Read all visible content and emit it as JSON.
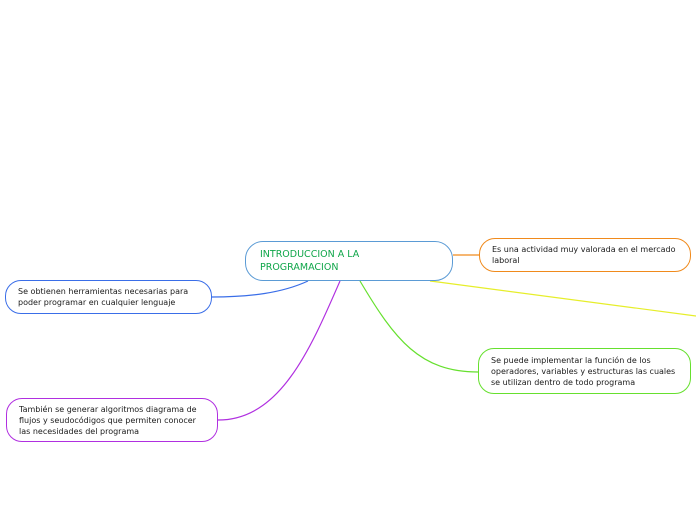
{
  "colors": {
    "central_border": "#5b9bd5",
    "central_text": "#10a64a",
    "orange": "#f08a1c",
    "blue": "#3a6ee8",
    "yellow": "#e6ee2a",
    "green": "#66e02e",
    "purple": "#b02fe0"
  },
  "central": {
    "lines": [
      "INTRODUCCION A LA",
      "PROGRAMACION"
    ]
  },
  "nodes": {
    "actividad": {
      "lines": [
        "Es una actividad muy valorada en el mercado",
        "laboral"
      ]
    },
    "herramientas": {
      "lines": [
        "Se obtienen herramientas necesarias para",
        "poder programar en cualquier lenguaje"
      ]
    },
    "implementar": {
      "lines": [
        "Se puede implementar la función de los",
        "operadores, variables y estructuras las cuales",
        "se utilizan dentro de todo programa"
      ]
    },
    "algoritmos": {
      "lines": [
        "También se generar algoritmos diagrama de",
        "flujos y seudocódigos que permiten conocer",
        "las necesidades del programa"
      ]
    }
  }
}
